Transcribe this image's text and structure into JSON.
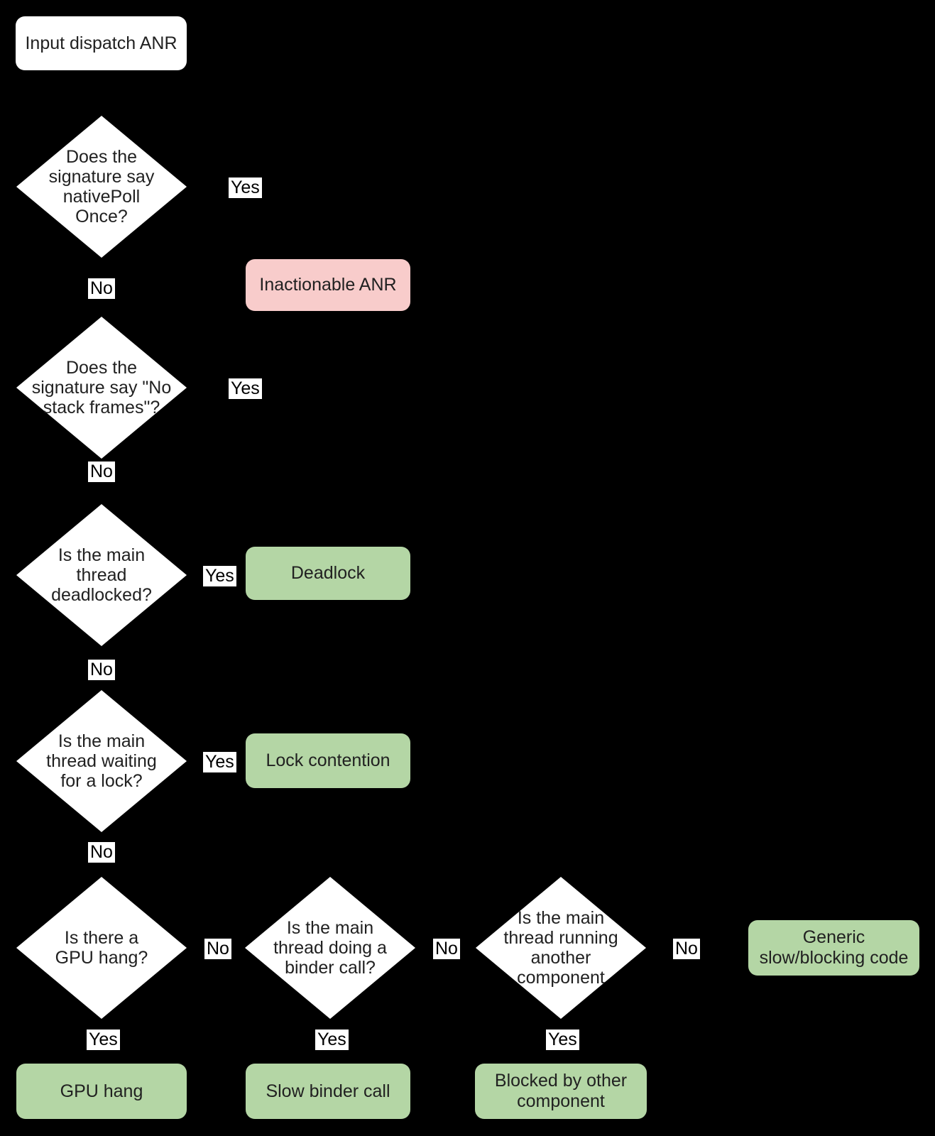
{
  "colors": {
    "background": "#000000",
    "process_white": "#ffffff",
    "terminal_pink": "#f8cccb",
    "terminal_green": "#b4d6a5",
    "text": "#212121"
  },
  "nodes": {
    "start": "Input dispatch ANR",
    "decision_nativepoll": "Does the\nsignature say\nnativePoll\nOnce?",
    "decision_no_stack_frames": "Does the\nsignature say \"No\nstack frames\"?",
    "decision_deadlocked": "Is the main\nthread\ndeadlocked?",
    "decision_waiting_lock": "Is the main\nthread waiting\nfor a lock?",
    "decision_gpu_hang": "Is there a\nGPU hang?",
    "decision_binder_call": "Is the main\nthread doing a\nbinder call?",
    "decision_other_component": "Is the main\nthread running\nanother\ncomponent",
    "terminal_inactionable": "Inactionable ANR",
    "terminal_deadlock": "Deadlock",
    "terminal_lock_contention": "Lock contention",
    "terminal_generic": "Generic\nslow/blocking code",
    "terminal_gpu_hang": "GPU hang",
    "terminal_slow_binder": "Slow binder call",
    "terminal_blocked_component": "Blocked by other\ncomponent"
  },
  "labels": {
    "yes": "Yes",
    "no": "No"
  }
}
